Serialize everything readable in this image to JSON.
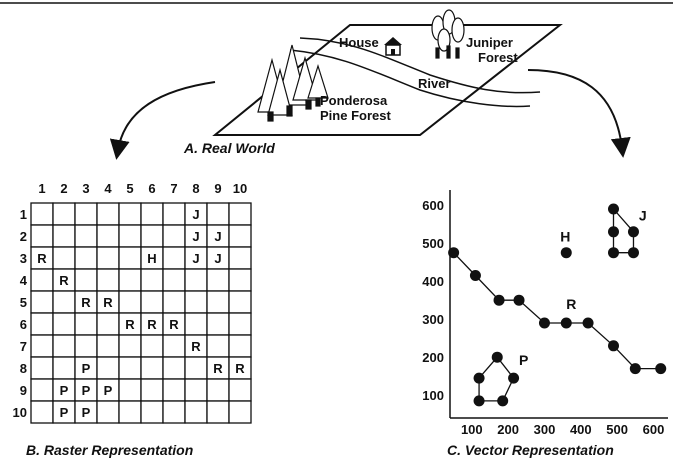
{
  "real_world": {
    "caption": "A.  Real World",
    "labels": {
      "house": "House",
      "juniper": "Juniper\nForest",
      "river": "River",
      "ponderosa": "Ponderosa\nPine Forest"
    }
  },
  "raster": {
    "caption": "B.  Raster Representation",
    "col_labels": [
      "1",
      "2",
      "3",
      "4",
      "5",
      "6",
      "7",
      "8",
      "9",
      "10"
    ],
    "row_labels": [
      "1",
      "2",
      "3",
      "4",
      "5",
      "6",
      "7",
      "8",
      "9",
      "10"
    ],
    "cells": [
      [
        "",
        "",
        "",
        "",
        "",
        "",
        "",
        "J",
        "",
        ""
      ],
      [
        "",
        "",
        "",
        "",
        "",
        "",
        "",
        "J",
        "J",
        ""
      ],
      [
        "R",
        "",
        "",
        "",
        "",
        "H",
        "",
        "J",
        "J",
        ""
      ],
      [
        "",
        "R",
        "",
        "",
        "",
        "",
        "",
        "",
        "",
        ""
      ],
      [
        "",
        "",
        "R",
        "R",
        "",
        "",
        "",
        "",
        "",
        ""
      ],
      [
        "",
        "",
        "",
        "",
        "R",
        "R",
        "R",
        "",
        "",
        ""
      ],
      [
        "",
        "",
        "",
        "",
        "",
        "",
        "",
        "R",
        "",
        ""
      ],
      [
        "",
        "",
        "P",
        "",
        "",
        "",
        "",
        "",
        "R",
        "R"
      ],
      [
        "",
        "P",
        "P",
        "P",
        "",
        "",
        "",
        "",
        "",
        ""
      ],
      [
        "",
        "P",
        "P",
        "",
        "",
        "",
        "",
        "",
        "",
        ""
      ]
    ]
  },
  "vector": {
    "caption": "C.  Vector Representation",
    "x_ticks": [
      100,
      200,
      300,
      400,
      500,
      600
    ],
    "y_ticks": [
      100,
      200,
      300,
      400,
      500,
      600
    ],
    "xlim": [
      40,
      640
    ],
    "ylim": [
      40,
      640
    ],
    "river": {
      "label": "R",
      "points": [
        [
          50,
          475
        ],
        [
          110,
          415
        ],
        [
          175,
          350
        ],
        [
          230,
          350
        ],
        [
          300,
          290
        ],
        [
          360,
          290
        ],
        [
          420,
          290
        ],
        [
          490,
          230
        ],
        [
          550,
          170
        ],
        [
          620,
          170
        ]
      ]
    },
    "house": {
      "label": "H",
      "point": [
        360,
        475
      ]
    },
    "juniper": {
      "label": "J",
      "points": [
        [
          490,
          590
        ],
        [
          545,
          530
        ],
        [
          545,
          475
        ],
        [
          490,
          475
        ],
        [
          490,
          530
        ]
      ]
    },
    "ponderosa": {
      "label": "P",
      "points": [
        [
          120,
          145
        ],
        [
          170,
          200
        ],
        [
          215,
          145
        ],
        [
          185,
          85
        ],
        [
          120,
          85
        ]
      ]
    }
  }
}
